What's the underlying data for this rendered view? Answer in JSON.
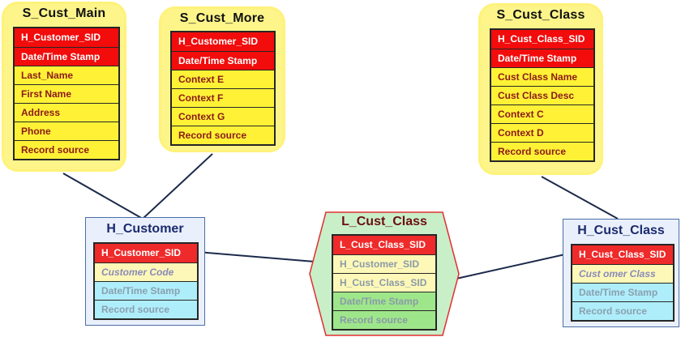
{
  "s_cust_main": {
    "title": "S_Cust_Main",
    "rows": [
      "H_Customer_SID",
      "Date/Time Stamp",
      "Last_Name",
      "First Name",
      "Address",
      "Phone",
      "Record source"
    ]
  },
  "s_cust_more": {
    "title": "S_Cust_More",
    "rows": [
      "H_Customer_SID",
      "Date/Time Stamp",
      "Context E",
      "Context F",
      "Context G",
      "Record source"
    ]
  },
  "s_cust_class": {
    "title": "S_Cust_Class",
    "rows": [
      "H_Cust_Class_SID",
      "Date/Time Stamp",
      "Cust Class Name",
      "Cust Class Desc",
      "Context C",
      "Context D",
      "Record source"
    ]
  },
  "h_customer": {
    "title": "H_Customer",
    "rows": [
      "H_Customer_SID",
      "Customer Code",
      "Date/Time Stamp",
      "Record source"
    ]
  },
  "l_cust_class": {
    "title": "L_Cust_Class",
    "rows": [
      "L_Cust_Class_SID",
      "H_Customer_SID",
      "H_Cust_Class_SID",
      "Date/Time Stamp",
      "Record source"
    ]
  },
  "h_cust_class": {
    "title": "H_Cust_Class",
    "rows": [
      "H_Cust_Class_SID",
      "Cust omer Class",
      "Date/Time Stamp",
      "Record source"
    ]
  },
  "colors": {
    "satellite_fill": "#fdf58a",
    "satellite_row_yellow": "#fff236",
    "key_red": "#f20c0c",
    "hub_fill": "#eaf0fb",
    "hub_title": "#1a2a6e",
    "link_fill": "#c9efc9",
    "link_title": "#6b0f0f",
    "connector": "#1c2a4a"
  }
}
